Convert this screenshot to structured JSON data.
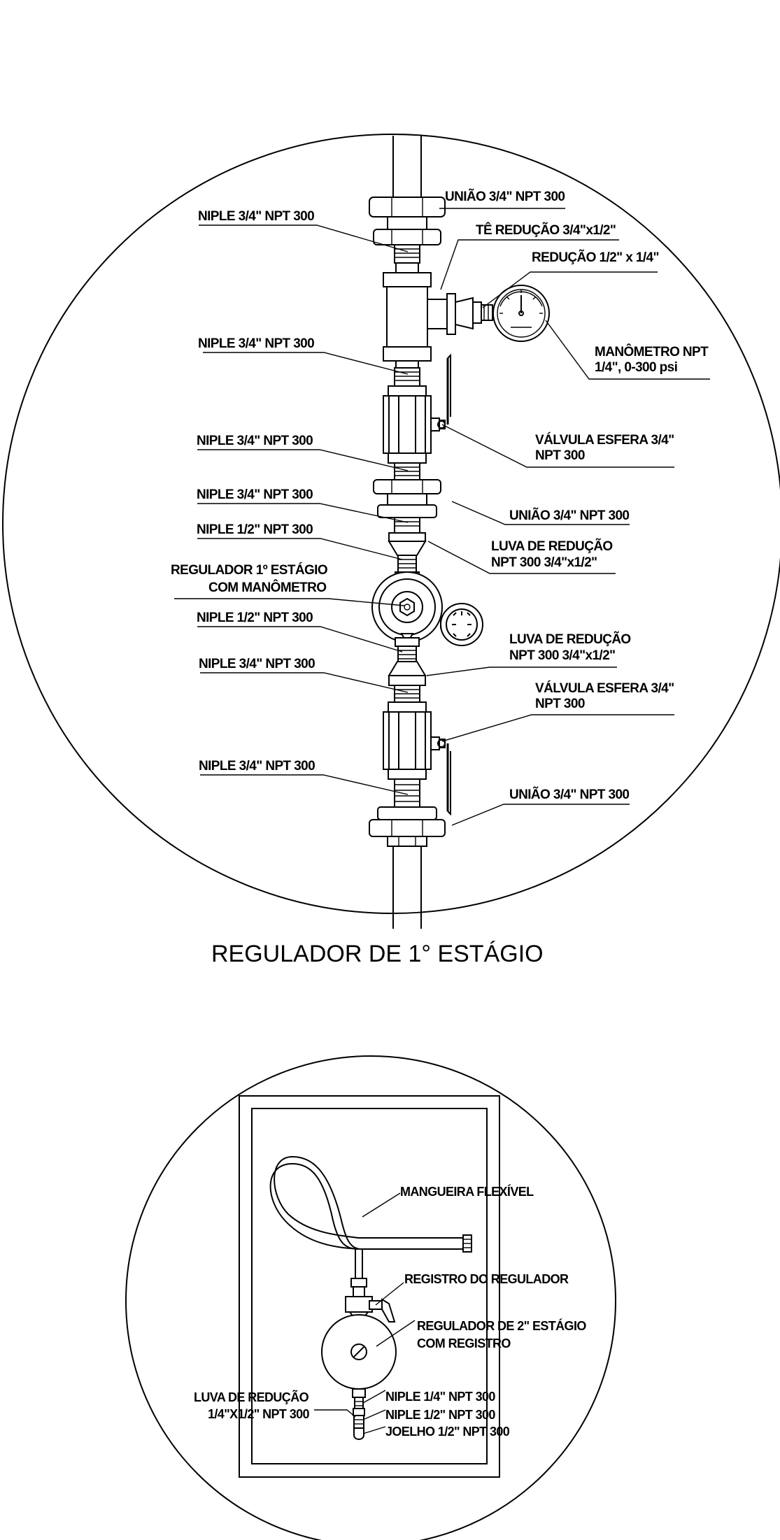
{
  "diagram1": {
    "title": "REGULADOR DE 1° ESTÁGIO",
    "labels": {
      "uniao_top": "UNIÃO 3/4\" NPT 300",
      "niple_1": "NIPLE 3/4\" NPT 300",
      "te_reducao": "TÊ REDUÇÃO  3/4\"x1/2\"",
      "reducao": "REDUÇÃO 1/2\" x 1/4\"",
      "niple_2": "NIPLE 3/4\" NPT 300",
      "manometro_1": "MANÔMETRO NPT",
      "manometro_2": "1/4\", 0-300 psi",
      "niple_3": "NIPLE 3/4\" NPT 300",
      "valvula_top_1": "VÁLVULA ESFERA 3/4\"",
      "valvula_top_2": "NPT 300",
      "niple_4": "NIPLE 3/4\" NPT 300",
      "uniao_mid": "UNIÃO 3/4\" NPT 300",
      "niple_12_top": "NIPLE 1/2\" NPT 300",
      "luva_top_1": "LUVA DE REDUÇÃO",
      "luva_top_2": "NPT 300 3/4\"x1/2\"",
      "regulador_1": "REGULADOR 1º ESTÁGIO",
      "regulador_2": "COM MANÔMETRO",
      "niple_12_bot": "NIPLE 1/2\" NPT 300",
      "luva_bot_1": "LUVA DE REDUÇÃO",
      "luva_bot_2": "NPT 300 3/4\"x1/2\"",
      "niple_5": "NIPLE 3/4\" NPT 300",
      "valvula_bot_1": "VÁLVULA ESFERA 3/4\"",
      "valvula_bot_2": "NPT 300",
      "niple_6": "NIPLE 3/4\" NPT 300",
      "uniao_bot": "UNIÃO 3/4\" NPT 300"
    }
  },
  "diagram2": {
    "labels": {
      "mangueira": "MANGUEIRA FLEXÍVEL",
      "registro": "REGISTRO DO REGULADOR",
      "regulador_1": "REGULADOR DE 2\" ESTÁGIO",
      "regulador_2": "COM REGISTRO",
      "luva_1": "LUVA DE REDUÇÃO",
      "luva_2": "1/4\"X1/2\" NPT 300",
      "niple_14": "NIPLE 1/4\" NPT 300",
      "niple_12": "NIPLE 1/2\" NPT 300",
      "joelho": "JOELHO 1/2\" NPT 300"
    }
  }
}
